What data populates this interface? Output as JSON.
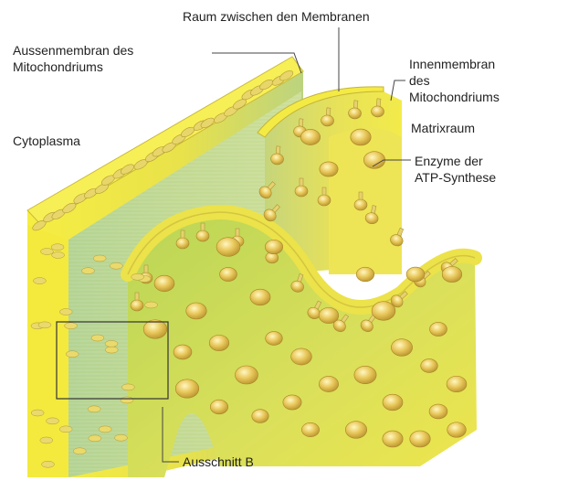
{
  "labels": {
    "intermembrane": "Raum zwischen den Membranen",
    "outer_membrane_1": "Aussenmembran des",
    "outer_membrane_2": "Mitochondriums",
    "inner_membrane_1": "Innenmembran",
    "inner_membrane_2": "des",
    "inner_membrane_3": "Mitochondriums",
    "cytoplasm": "Cytoplasma",
    "matrix": "Matrixraum",
    "enzyme_1": "Enzyme der",
    "enzyme_2": "ATP-Synthese",
    "cutout": "Ausschnitt B"
  },
  "colors": {
    "membrane_yellow": "#f2e63a",
    "membrane_green": "#b9d48a",
    "matrix_green": "#c9d95a",
    "granule": "#e2c15a",
    "leader_line": "#444444"
  }
}
